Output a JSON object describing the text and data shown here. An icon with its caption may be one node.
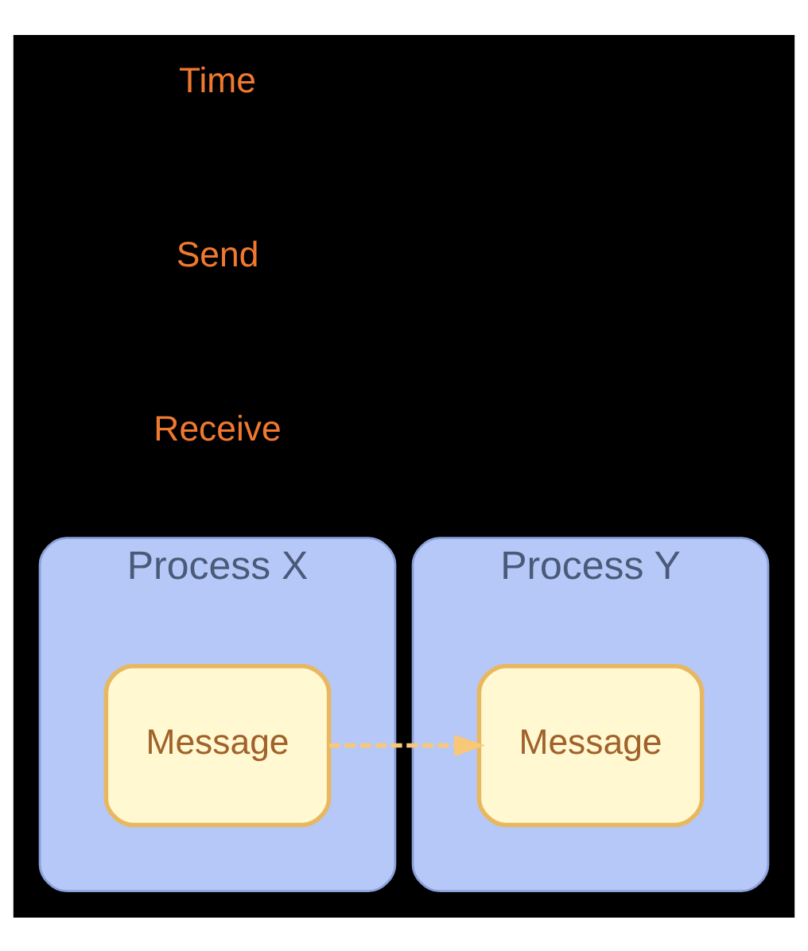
{
  "diagram": {
    "nodes": [
      {
        "text": [
          "Process X"
        ]
      },
      {
        "text": [
          "Message"
        ],
        "in": 0
      },
      {
        "text": [
          "Process Y"
        ]
      },
      {
        "text": [
          "Message"
        ],
        "in": 2
      }
    ],
    "edges": [
      {
        "from": 1,
        "to": 3,
        "arrow": "to",
        "style": "dashed"
      }
    ],
    "labels": [
      "Receive",
      "Send",
      "Time"
    ]
  }
}
